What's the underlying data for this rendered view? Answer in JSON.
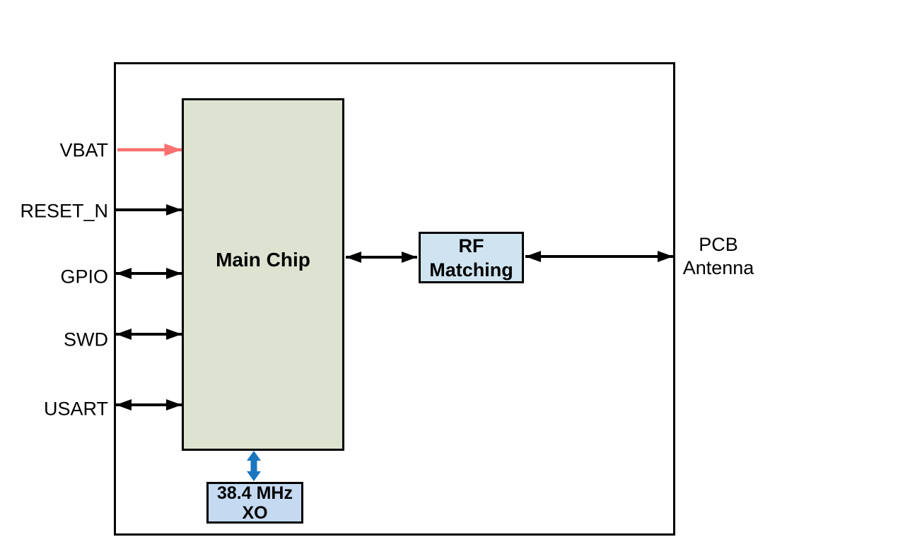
{
  "diagram": {
    "type": "hardware-block-diagram",
    "blocks": {
      "main_chip": {
        "label": "Main Chip",
        "fill": "#dde3d0",
        "border": "#000000"
      },
      "rf_matching": {
        "label_line1": "RF",
        "label_line2": "Matching",
        "fill": "#cfe4f0",
        "border": "#000000"
      },
      "xo": {
        "label_line1": "38.4 MHz",
        "label_line2": "XO",
        "fill": "#c5daf1",
        "border": "#000000"
      }
    },
    "left_ports": {
      "vbat": {
        "label": "VBAT",
        "direction": "input",
        "arrow_color": "#f87070"
      },
      "reset_n": {
        "label": "RESET_N",
        "direction": "input",
        "arrow_color": "#000000"
      },
      "gpio": {
        "label": "GPIO",
        "direction": "bidirectional",
        "arrow_color": "#000000"
      },
      "swd": {
        "label": "SWD",
        "direction": "bidirectional",
        "arrow_color": "#000000"
      },
      "usart": {
        "label": "USART",
        "direction": "bidirectional",
        "arrow_color": "#000000"
      }
    },
    "right_label": {
      "line1": "PCB",
      "line2": "Antenna"
    },
    "connections": {
      "chip_to_rf": {
        "from": "Main Chip",
        "to": "RF Matching",
        "direction": "bidirectional",
        "color": "#000000"
      },
      "rf_to_antenna": {
        "from": "RF Matching",
        "to": "PCB Antenna",
        "direction": "bidirectional",
        "color": "#000000"
      },
      "chip_to_xo": {
        "from": "Main Chip",
        "to": "38.4 MHz XO",
        "direction": "bidirectional",
        "color": "#1b76c0"
      }
    },
    "colors": {
      "boundary_border": "#000000",
      "arrow_default": "#000000",
      "arrow_vbat": "#f87070",
      "arrow_xo": "#1b76c0",
      "background": "#ffffff"
    }
  }
}
